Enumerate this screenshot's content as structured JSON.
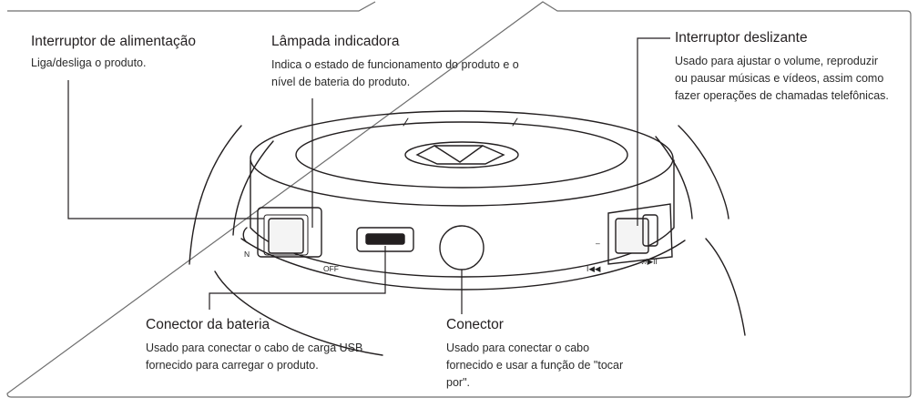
{
  "callouts": {
    "power_switch": {
      "title": "Interruptor de alimentação",
      "desc": "Liga/desliga o produto."
    },
    "indicator_lamp": {
      "title": "Lâmpada indicadora",
      "desc": "Indica o estado de funcionamento do produto e o nível de bateria do produto."
    },
    "slide_switch": {
      "title": "Interruptor deslizante",
      "desc": "Usado para ajustar o volume, reproduzir ou pausar músicas e vídeos, assim como fazer operações de chamadas telefônicas."
    },
    "battery_connector": {
      "title": "Conector da bateria",
      "desc": "Usado para conectar o cabo de carga USB fornecido para carregar o produto."
    },
    "connector": {
      "title": "Conector",
      "desc": "Usado para conectar o cabo fornecido e usar a função de \"tocar por\"."
    }
  },
  "device_markings": {
    "on": "N",
    "off": "OFF",
    "prev": "I◀◀",
    "play": "♪/▶II",
    "minus": "–"
  }
}
